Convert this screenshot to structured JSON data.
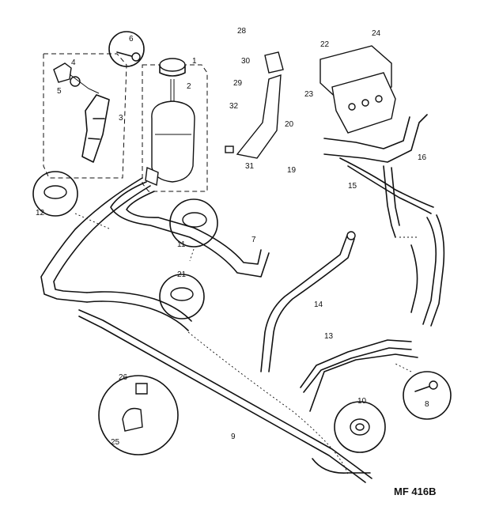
{
  "diagram_ref": "MF 416B",
  "callouts": [
    "1",
    "2",
    "3",
    "4",
    "5",
    "6",
    "7",
    "8",
    "9",
    "10",
    "11",
    "12",
    "13",
    "14",
    "15",
    "16",
    "19",
    "20",
    "21",
    "22",
    "23",
    "24",
    "25",
    "26",
    "28",
    "29",
    "30",
    "31",
    "32"
  ]
}
